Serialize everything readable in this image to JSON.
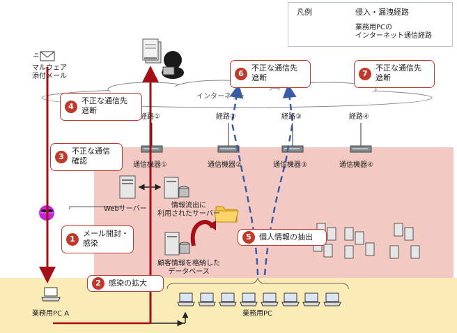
{
  "legend": {
    "title": "凡例",
    "intrusion_label": "侵入・漏洩経路",
    "internet_route_label": "業務用PCの\nインターネット通信経路"
  },
  "internet": {
    "label": "インターネット"
  },
  "routes": [
    {
      "label": "経路①"
    },
    {
      "label": "経路②"
    },
    {
      "label": "経路③"
    },
    {
      "label": "経路④"
    }
  ],
  "devices": [
    {
      "label": "通信機器①"
    },
    {
      "label": "通信機器②"
    },
    {
      "label": "通信機器③"
    },
    {
      "label": "通信機器④"
    }
  ],
  "servers": {
    "web_label": "Webサーバー",
    "leak_label": "情報流出に\n利用されたサーバー",
    "db_label": "顧客情報を格納した\nデータベース"
  },
  "mail": {
    "label": "マルウェア\n添付メール"
  },
  "pcs": {
    "pc_a_label": "業務用PC A",
    "pc_group_label": "業務用PC"
  },
  "steps": [
    {
      "num": "1",
      "text": "メール開封・\n感染"
    },
    {
      "num": "2",
      "text": "感染の拡大"
    },
    {
      "num": "3",
      "text": "不正な通信\n確認"
    },
    {
      "num": "4",
      "text": "不正な通信先\n遮断"
    },
    {
      "num": "5",
      "text": "個人情報の抽出"
    },
    {
      "num": "6",
      "text": "不正な通信先\n遮断"
    },
    {
      "num": "7",
      "text": "不正な通信先\n遮断"
    }
  ],
  "colors": {
    "intrusion": "#a50f15",
    "internet_route": "#3a5ca8",
    "internal_zone": "#f3c9c3",
    "pc_zone": "#fbecb7",
    "accent": "#c0392b"
  }
}
